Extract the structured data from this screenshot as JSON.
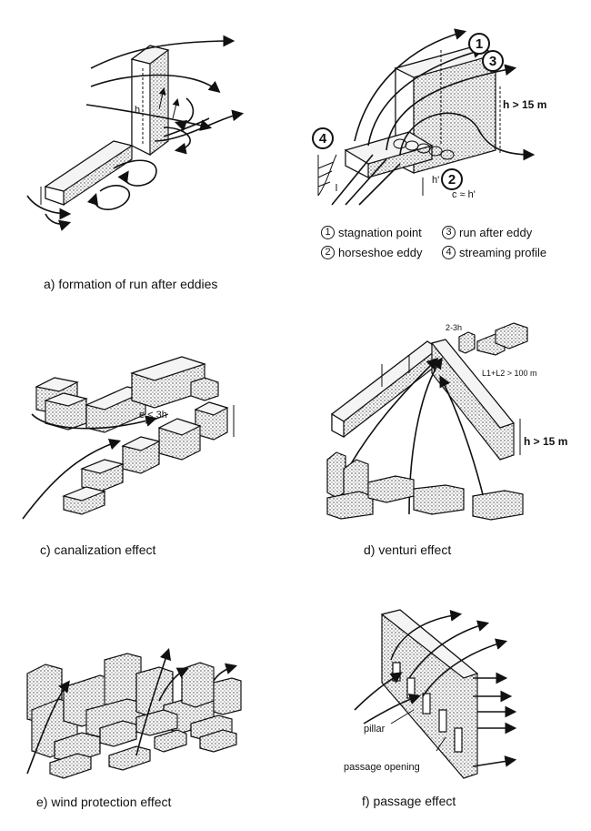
{
  "panels": {
    "a": {
      "caption": "a) formation of run after eddies",
      "legend": [
        {
          "num": "1",
          "text": "stagnation point"
        },
        {
          "num": "3",
          "text": "run after eddy"
        },
        {
          "num": "2",
          "text": "horseshoe eddy"
        },
        {
          "num": "4",
          "text": "streaming profile"
        }
      ],
      "markers": [
        "1",
        "2",
        "3",
        "4"
      ],
      "height_label": "h > 15 m",
      "small_labels": {
        "h_prime": "h'",
        "c_approx": "c ≈ h'",
        "h": "h"
      }
    },
    "c": {
      "caption": "c) canalization effect",
      "gap_label": "e < 3h"
    },
    "d": {
      "caption": "d) venturi effect",
      "height_label": "h > 15 m",
      "top_label": "2-3h",
      "length_label": "L1+L2 > 100 m"
    },
    "e": {
      "caption": "e) wind protection effect"
    },
    "f": {
      "caption": "f) passage effect",
      "pillar_label": "pillar",
      "opening_label": "passage opening"
    }
  }
}
